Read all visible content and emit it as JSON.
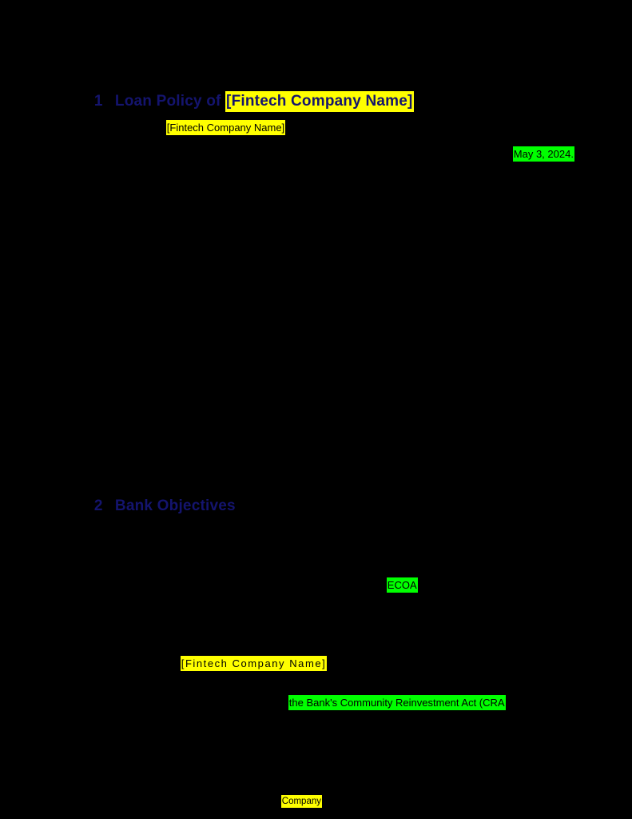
{
  "document": {
    "background_color": "#000000",
    "heading_color": "#14146e",
    "highlight_yellow": "#ffff00",
    "highlight_green": "#00ff00",
    "body_text_color": "#000000"
  },
  "sections": [
    {
      "number": "1",
      "title_prefix": "Loan Policy of ",
      "title_highlight": "[Fintech Company Name]",
      "title_highlight_color": "#ffff00"
    },
    {
      "number": "2",
      "title_prefix": "Bank Objectives",
      "title_highlight": "",
      "title_highlight_color": ""
    }
  ],
  "highlights": [
    {
      "text": "[Fintech Company Name]",
      "color": "#ffff00",
      "note": "subtitle line under section 1 heading"
    },
    {
      "text": "May 3, 2024.",
      "color": "#00ff00",
      "note": "effective date at end of right-aligned run"
    },
    {
      "text": "ECOA",
      "color": "#00ff00",
      "note": "Equal Credit Opportunity Act acronym"
    },
    {
      "text": "[Fintech Company Name]",
      "color": "#ffff00",
      "note": "justified paragraph run, wide letter spacing"
    },
    {
      "text": "the Bank's Community Reinvestment Act (CRA",
      "color": "#00ff00",
      "note": "CRA clause run"
    },
    {
      "text": "Company",
      "color": "#ffff00",
      "note": "small trailing run near page foot"
    }
  ]
}
